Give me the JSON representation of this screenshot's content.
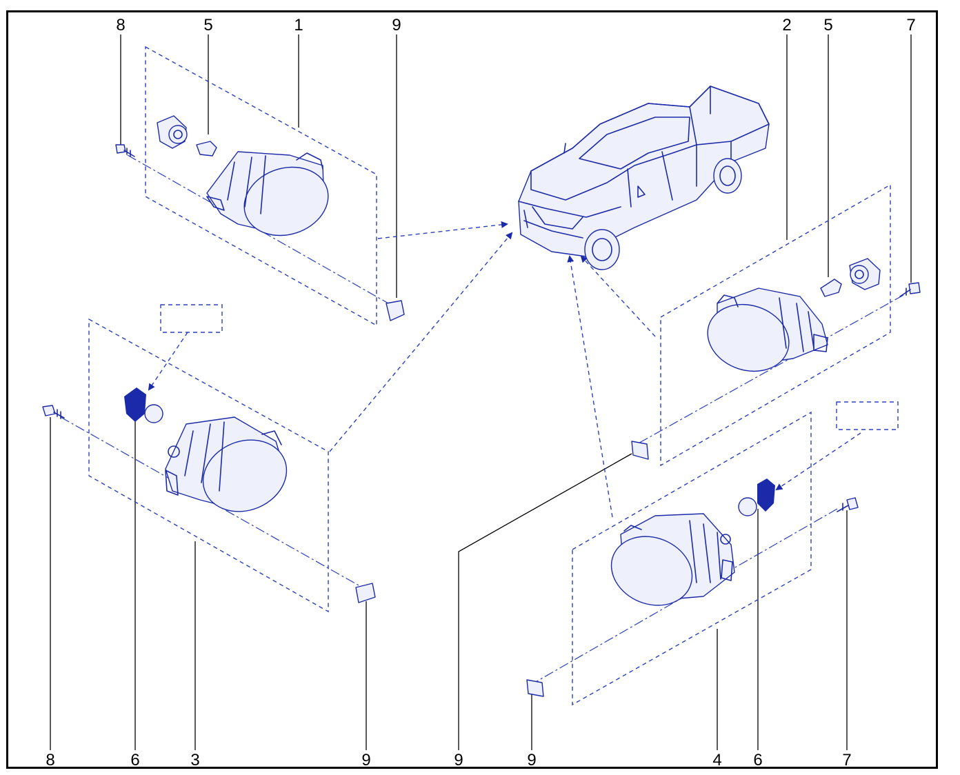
{
  "callouts": {
    "top": [
      "8",
      "5",
      "1",
      "9",
      "2",
      "5",
      "7"
    ],
    "bottom": [
      "8",
      "6",
      "3",
      "9",
      "9",
      "9",
      "4",
      "6",
      "7"
    ]
  },
  "colors": {
    "ink": "#1b2aa8",
    "leader": "#000000",
    "frame": "#000000"
  },
  "icons": [
    "pickup-truck-icon",
    "fog-lamp-icon",
    "bulb-icon",
    "bulb-socket-icon",
    "screw-icon",
    "clip-icon"
  ]
}
